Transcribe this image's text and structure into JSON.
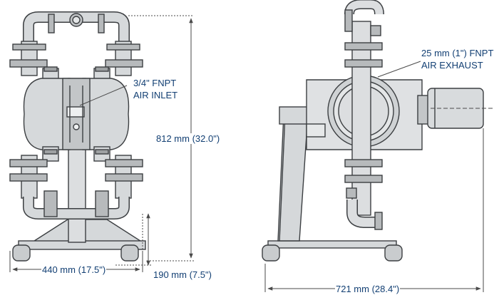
{
  "colors": {
    "text": "#123f73",
    "pump_fill": "#c9ccce",
    "pump_fill_light": "#e4e6e7",
    "pump_stroke": "#3c3f42",
    "dimension_line": "#4a4a4a",
    "background": "#ffffff"
  },
  "front_view": {
    "inlet_callout": {
      "line1": "3/4\" FNPT",
      "line2": "AIR INLET"
    },
    "height_dim": "812 mm (32.0\")",
    "width_dim": "440 mm (17.5\")",
    "depth_dim": "190 mm (7.5\")"
  },
  "side_view": {
    "exhaust_callout": {
      "line1": "25 mm (1\") FNPT",
      "line2": "AIR EXHAUST"
    },
    "width_dim": "721 mm (28.4\")"
  }
}
